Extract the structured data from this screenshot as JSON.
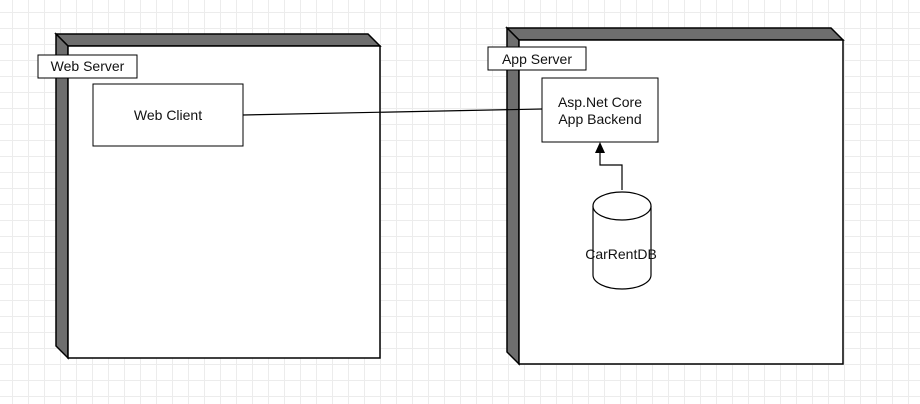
{
  "diagram": {
    "nodes": {
      "web_server": {
        "label": "Web Server"
      },
      "app_server": {
        "label": "App Server"
      }
    },
    "components": {
      "web_client": {
        "label": "Web Client"
      },
      "backend": {
        "label_lines": [
          "Asp.Net Core",
          "App Backend"
        ]
      }
    },
    "database": {
      "label": "CarRentDB"
    },
    "colors": {
      "node_face": "#ffffff",
      "node_side": "#6e6e6e",
      "stroke": "#000000",
      "grid": "#ececec"
    }
  }
}
